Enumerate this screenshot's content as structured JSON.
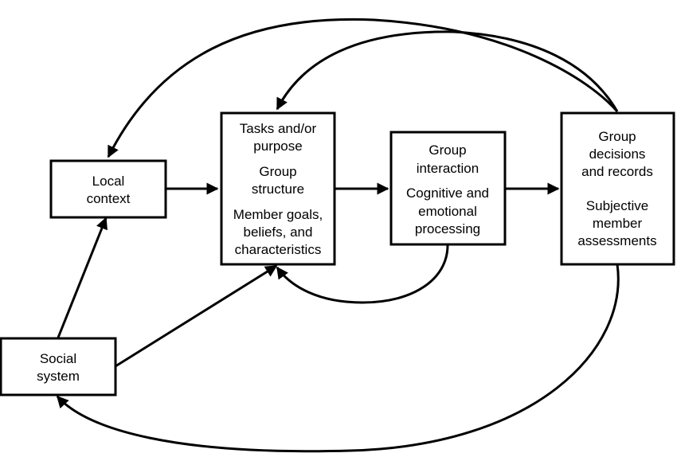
{
  "diagram": {
    "nodes": {
      "local_context": [
        "Local",
        "context"
      ],
      "tasks_structure": [
        "Tasks and/or",
        "purpose",
        "Group",
        "structure",
        "Member goals,",
        "beliefs, and",
        "characteristics"
      ],
      "interaction": [
        "Group",
        "interaction",
        "Cognitive and",
        "emotional",
        "processing"
      ],
      "decisions": [
        "Group",
        "decisions",
        "and records",
        "Subjective",
        "member",
        "assessments"
      ],
      "social_system": [
        "Social",
        "system"
      ]
    },
    "edges": [
      {
        "from": "local_context",
        "to": "tasks_structure"
      },
      {
        "from": "tasks_structure",
        "to": "interaction"
      },
      {
        "from": "interaction",
        "to": "decisions"
      },
      {
        "from": "interaction",
        "to": "tasks_structure"
      },
      {
        "from": "decisions",
        "to": "local_context"
      },
      {
        "from": "decisions",
        "to": "tasks_structure"
      },
      {
        "from": "decisions",
        "to": "social_system"
      },
      {
        "from": "social_system",
        "to": "local_context"
      },
      {
        "from": "social_system",
        "to": "tasks_structure"
      }
    ]
  }
}
